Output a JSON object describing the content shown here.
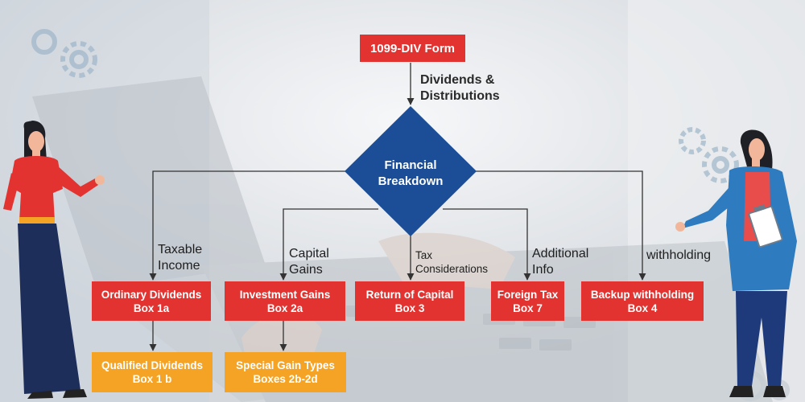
{
  "diagram": {
    "root": {
      "label": "1099-DIV Form"
    },
    "root_edge_label": [
      "Dividends &",
      "Distributions"
    ],
    "center": {
      "lines": [
        "Financial",
        "Breakdown"
      ]
    },
    "branches": [
      {
        "edge_label": [
          "Taxable",
          "Income"
        ],
        "box_lines": [
          "Ordinary Dividends",
          "Box 1a"
        ],
        "child_lines": [
          "Qualified Dividends",
          "Box 1 b"
        ]
      },
      {
        "edge_label": [
          "Capital",
          "Gains"
        ],
        "box_lines": [
          "Investment Gains",
          "Box 2a"
        ],
        "child_lines": [
          "Special Gain Types",
          "Boxes 2b-2d"
        ]
      },
      {
        "edge_label": [
          "Tax",
          "Considerations"
        ],
        "box_lines": [
          "Return of Capital",
          "Box 3"
        ]
      },
      {
        "edge_label": [
          "Additional",
          "Info"
        ],
        "box_lines": [
          "Foreign Tax",
          "Box 7"
        ]
      },
      {
        "edge_label": [
          "withholding"
        ],
        "box_lines": [
          "Backup withholding",
          "Box 4"
        ]
      }
    ]
  },
  "colors": {
    "primary_box": "#e23330",
    "secondary_box": "#f5a325",
    "diamond": "#1b4e96",
    "connector": "#333333"
  },
  "icons": [
    "gear-icon",
    "woman-presenter-illustration",
    "businesswoman-clipboard-illustration",
    "laptop-keyboard-illustration"
  ]
}
